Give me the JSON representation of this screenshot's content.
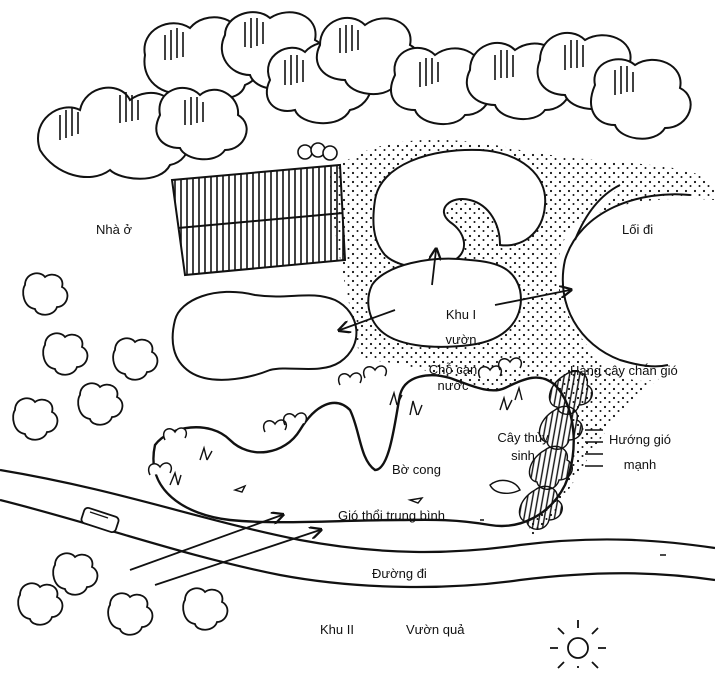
{
  "labels": {
    "house": "Nhà ở",
    "path_right": "Lối đi",
    "zone1_line1": "Khu I",
    "zone1_line2": "vườn",
    "water_line1": "Chỗ cạn",
    "water_line2": "nước",
    "windbreak": "Hàng cây chắn gió",
    "strong_wind_line1": "Hướng gió",
    "strong_wind_line2": "mạnh",
    "aquatic_line1": "Cây thủy",
    "aquatic_line2": "sinh",
    "curved_bank": "Bờ cong",
    "medium_wind": "Gió thổi trung bình",
    "road": "Đường đi",
    "zone2": "Khu II",
    "orchard": "Vườn quả"
  }
}
